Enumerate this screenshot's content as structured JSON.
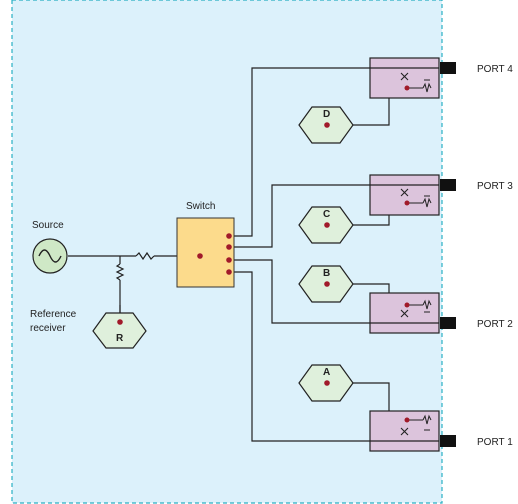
{
  "diagram": {
    "source_label": "Source",
    "switch_label": "Switch",
    "reference_label_line1": "Reference",
    "reference_label_line2": "receiver",
    "reference_receiver": "R",
    "receivers": [
      "A",
      "B",
      "C",
      "D"
    ],
    "ports": [
      "PORT 1",
      "PORT 2",
      "PORT 3",
      "PORT 4"
    ]
  },
  "colors": {
    "panel_fill": "#dcf1fb",
    "panel_border": "#2ab0c4",
    "coupler_fill": "#dcc4dc",
    "receiver_fill": "#dff0dc",
    "switch_fill": "#fcdb8c",
    "source_fill": "#cfe8c6",
    "node": "#a11a2a",
    "port_connector": "#111111"
  }
}
